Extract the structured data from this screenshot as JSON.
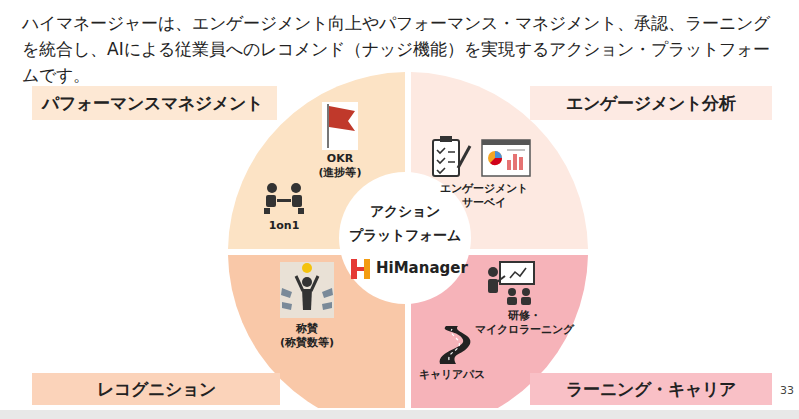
{
  "diagram": {
    "title": "ハイマネージャーは、エンゲージメント向上やパフォーマンス・マネジメント、承認、ラーニングを統合し、AIによる従業員へのレコメンド（ナッジ機能）を実現するアクション・プラットフォームです。",
    "nodes": [
      {
        "text": [
          "パフォーマンスマネジメント"
        ]
      },
      {
        "text": [
          "エンゲージメント分析"
        ]
      },
      {
        "text": [
          "OKR (進捗等)",
          "1on1"
        ]
      },
      {
        "text": [
          "エンゲージメント サーベイ"
        ]
      },
      {
        "text": [
          "アクション プラットフォーム",
          "HiManager"
        ]
      },
      {
        "text": [
          "称賛 (称賛数等)"
        ]
      },
      {
        "text": [
          "研修・ マイクロラーニング",
          "キャリアパス"
        ]
      },
      {
        "text": [
          "レコグニション"
        ]
      },
      {
        "text": [
          "ラーニング・キャリア"
        ]
      }
    ],
    "labels": [
      "33"
    ]
  }
}
